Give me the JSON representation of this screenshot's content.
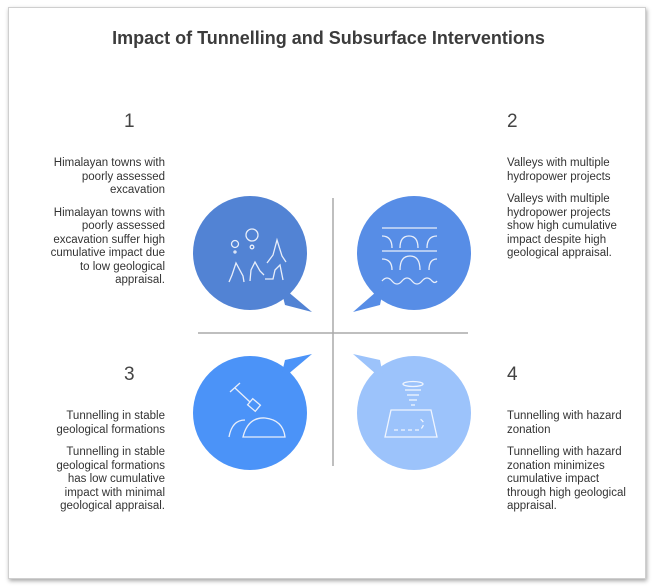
{
  "title": "Impact of Tunnelling and Subsurface Interventions",
  "quadrants": [
    {
      "number": "1",
      "heading": "Himalayan towns with poorly assessed excavation",
      "description": "Himalayan towns with poorly assessed excavation suffer high cumulative impact due to low geological appraisal.",
      "icon": "mountain-town-balloons-icon",
      "color": "#5283d4"
    },
    {
      "number": "2",
      "heading": "Valleys with multiple hydropower projects",
      "description": "Valleys with multiple hydropower projects show high cumulative impact despite high geological appraisal.",
      "icon": "dam-bridge-water-icon",
      "color": "#578de6"
    },
    {
      "number": "3",
      "heading": "Tunnelling in stable geological formations",
      "description": "Tunnelling in stable geological formations has low cumulative impact with minimal geological appraisal.",
      "icon": "shovel-mound-icon",
      "color": "#4b93f8"
    },
    {
      "number": "4",
      "heading": "Tunnelling with hazard zonation",
      "description": "Tunnelling with hazard zonation minimizes cumulative impact through high geological appraisal.",
      "icon": "tornado-map-icon",
      "color": "#9cc3fb"
    }
  ]
}
